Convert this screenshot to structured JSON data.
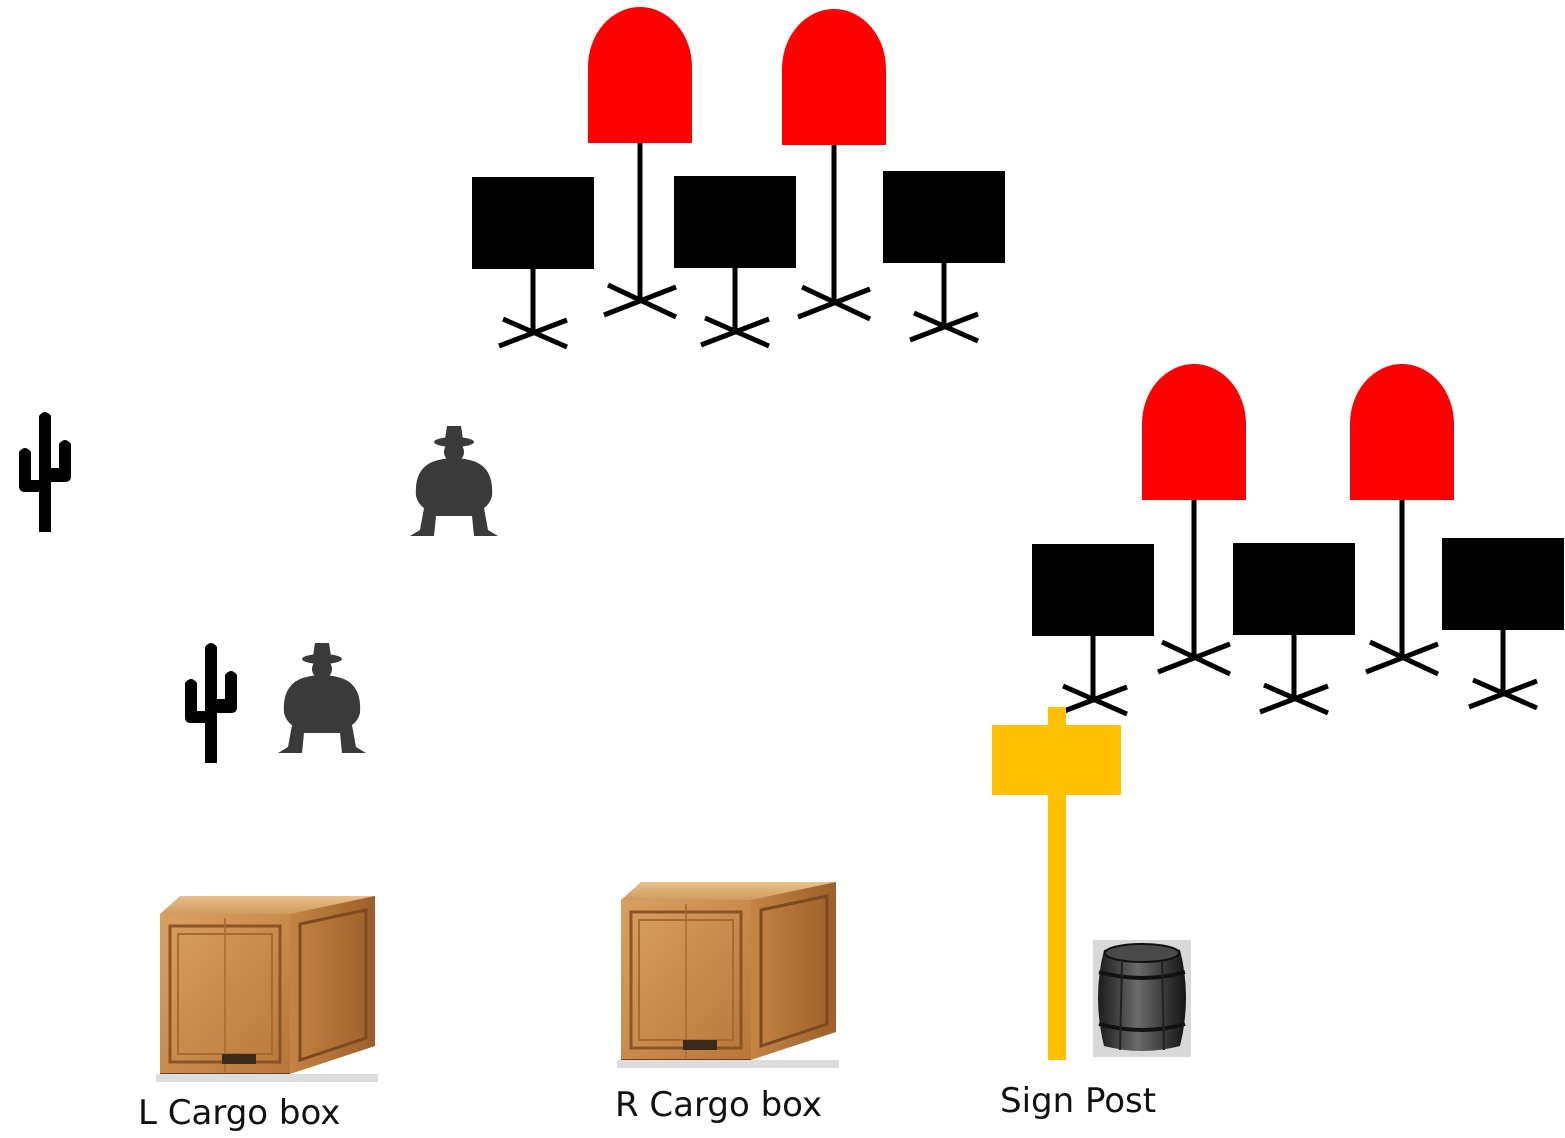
{
  "scene": {
    "labels": {
      "left_cargo": "L Cargo box",
      "right_cargo": "R Cargo box",
      "sign_post": "Sign Post"
    }
  },
  "colors": {
    "background": "#ffffff",
    "lamp": "#ff0000",
    "board": "#000000",
    "sign": "#ffc000",
    "silhouette": "#3a3a3a",
    "cactus": "#000000",
    "crate_wood": "#c88a4a",
    "barrel": "#2a2a2a"
  },
  "icons": [
    "cactus-icon",
    "cowboy-icon",
    "crate-icon",
    "barrel-icon",
    "stop-lamp-icon",
    "music-stand-icon",
    "sign-post-icon"
  ]
}
